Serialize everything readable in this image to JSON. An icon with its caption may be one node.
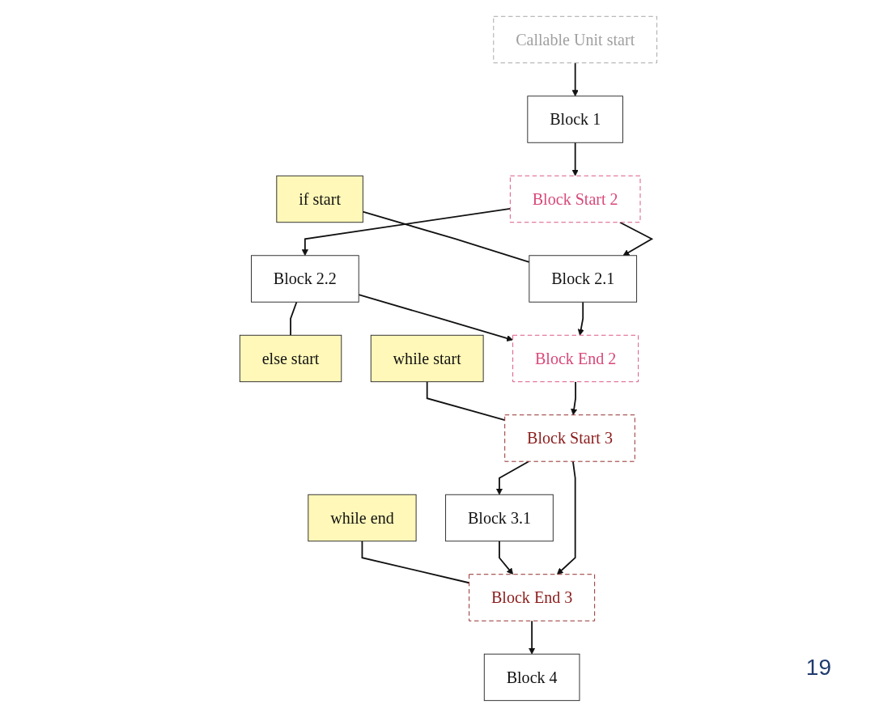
{
  "diagram": {
    "nodes": [
      {
        "text": [
          "Callable Unit start"
        ]
      },
      {
        "text": [
          "Block 1"
        ]
      },
      {
        "text": [
          "Block Start 2"
        ]
      },
      {
        "text": [
          "if start"
        ]
      },
      {
        "text": [
          "Block 2.1"
        ]
      },
      {
        "text": [
          "Block 2.2"
        ]
      },
      {
        "text": [
          "else start"
        ]
      },
      {
        "text": [
          "Block End 2"
        ]
      },
      {
        "text": [
          "while start"
        ]
      },
      {
        "text": [
          "Block Start 3"
        ]
      },
      {
        "text": [
          "Block 3.1"
        ]
      },
      {
        "text": [
          "while end"
        ]
      },
      {
        "text": [
          "Block End 3"
        ]
      },
      {
        "text": [
          "Block 4"
        ]
      }
    ],
    "edges": [
      {
        "from": 0,
        "to": 1,
        "arrow": "to"
      },
      {
        "from": 1,
        "to": 2,
        "arrow": "to"
      },
      {
        "from": 2,
        "to": 4,
        "arrow": "to"
      },
      {
        "from": 2,
        "to": 5,
        "arrow": "to"
      },
      {
        "from": 3,
        "to": 4,
        "arrow": "none"
      },
      {
        "from": 5,
        "to": 6,
        "arrow": "none"
      },
      {
        "from": 4,
        "to": 7,
        "arrow": "to"
      },
      {
        "from": 5,
        "to": 7,
        "arrow": "to"
      },
      {
        "from": 7,
        "to": 9,
        "arrow": "to"
      },
      {
        "from": 8,
        "to": 9,
        "arrow": "none"
      },
      {
        "from": 9,
        "to": 12,
        "arrow": "to"
      },
      {
        "from": 9,
        "to": 10,
        "arrow": "to"
      },
      {
        "from": 10,
        "to": 12,
        "arrow": "to"
      },
      {
        "from": 11,
        "to": 12,
        "arrow": "none"
      },
      {
        "from": 12,
        "to": 13,
        "arrow": "to"
      }
    ],
    "labels": [
      "19"
    ]
  }
}
